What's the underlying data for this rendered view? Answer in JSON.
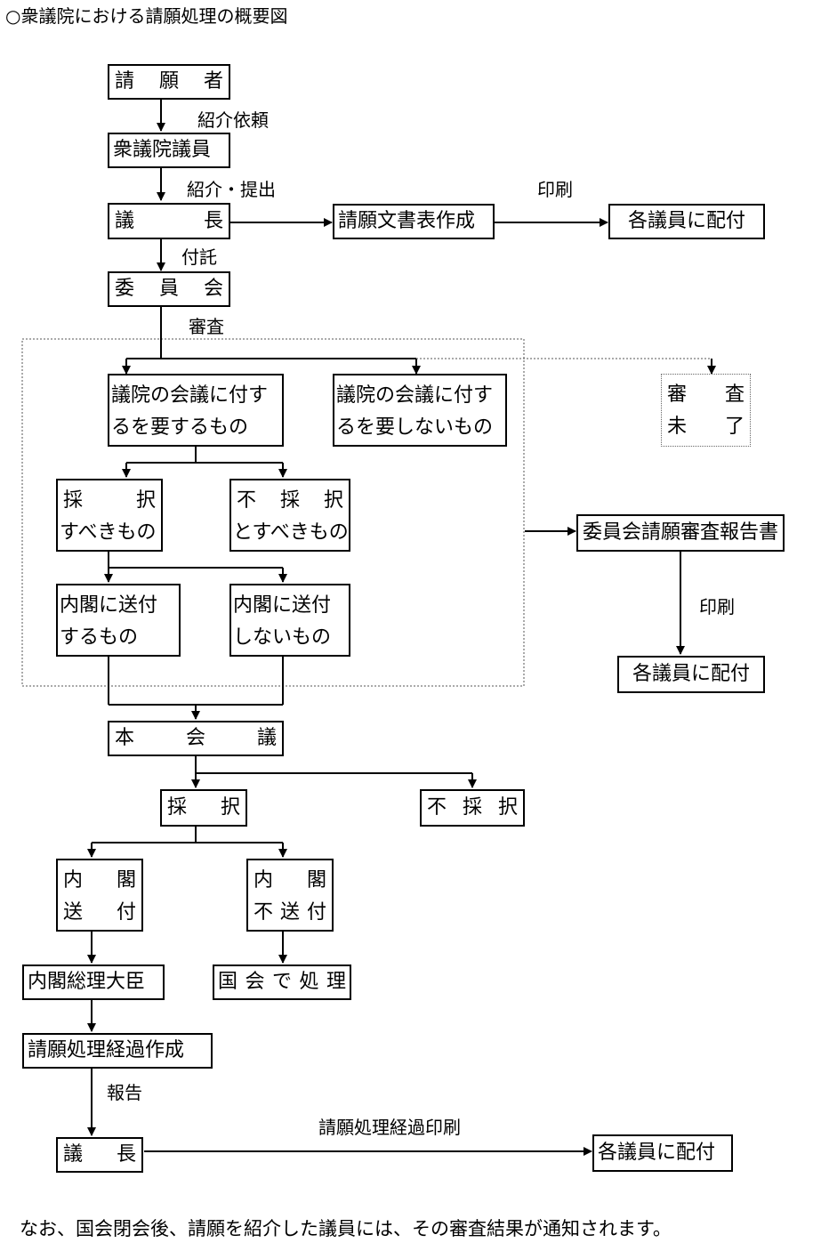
{
  "title": "○衆議院における請願処理の概要図",
  "nodes": {
    "petitioner": [
      "請",
      "願",
      "者"
    ],
    "member": "衆議院議員",
    "speaker": [
      "議",
      "長"
    ],
    "document_table": "請願文書表作成",
    "distribute_1": "各議員に配付",
    "committee": [
      "委",
      "員",
      "会"
    ],
    "requires_plenary": [
      "議院の会議に付す",
      "るを要するもの"
    ],
    "not_requires_plenary": [
      "議院の会議に付す",
      "るを要しないもの"
    ],
    "not_completed": {
      "row1": [
        "審",
        "査"
      ],
      "row2": [
        "未",
        "了"
      ]
    },
    "adopt_should": {
      "row1": [
        "採",
        "択"
      ],
      "row2": "すべきもの"
    },
    "reject_should": {
      "row1": [
        "不",
        "採",
        "択"
      ],
      "row2": "とすべきもの"
    },
    "send_cabinet": [
      "内閣に送付",
      "するもの"
    ],
    "not_send_cabinet": [
      "内閣に送付",
      "しないもの"
    ],
    "committee_report": "委員会請願審査報告書",
    "distribute_2": "各議員に配付",
    "plenary": [
      "本",
      "会",
      "議"
    ],
    "adopt": [
      "採",
      "択"
    ],
    "reject": [
      "不",
      "採",
      "択"
    ],
    "cabinet_send": {
      "row1": [
        "内",
        "閣"
      ],
      "row2": [
        "送",
        "付"
      ]
    },
    "cabinet_not_send": {
      "row1": [
        "内",
        "閣"
      ],
      "row2": [
        "不",
        "送",
        "付"
      ]
    },
    "prime_minister": "内閣総理大臣",
    "diet_process": [
      "国",
      "会",
      "で",
      "処",
      "理"
    ],
    "process_record": "請願処理経過作成",
    "speaker_2": [
      "議",
      "長"
    ],
    "distribute_3": "各議員に配付"
  },
  "labels": {
    "introduction_request": "紹介依頼",
    "introduction_submit": "紹介・提出",
    "print_1": "印刷",
    "referral": "付託",
    "examination": "審査",
    "print_2": "印刷",
    "report": "報告",
    "record_print": "請願処理経過印刷"
  },
  "footnote": "なお、国会閉会後、請願を紹介した議員には、その審査結果が通知されます。"
}
